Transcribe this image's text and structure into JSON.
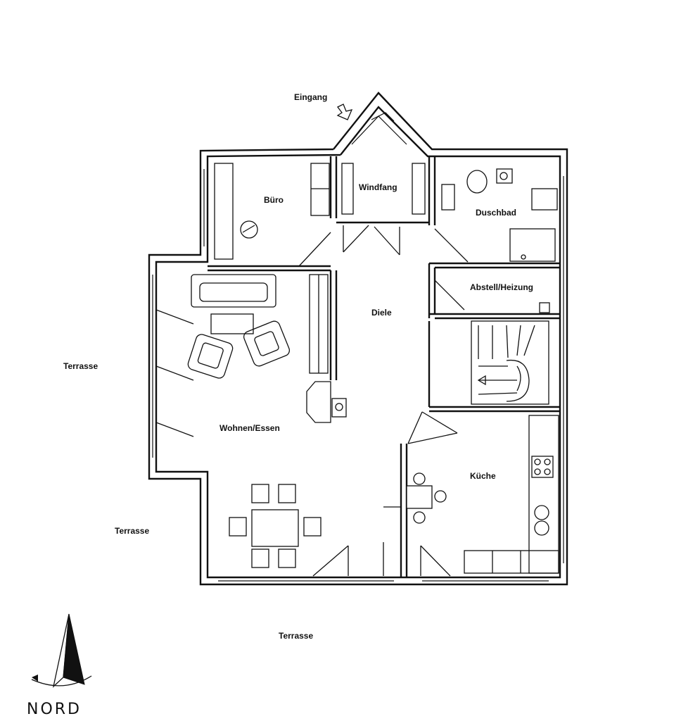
{
  "labels": {
    "eingang": "Eingang",
    "windfang": "Windfang",
    "buero": "Büro",
    "duschbad": "Duschbad",
    "abstell": "Abstell/Heizung",
    "diele": "Diele",
    "wohnen": "Wohnen/Essen",
    "kueche": "Küche",
    "terrasse_west": "Terrasse",
    "terrasse_southwest": "Terrasse",
    "terrasse_south": "Terrasse",
    "nord": "NORD"
  },
  "colors": {
    "line": "#111111",
    "background": "#ffffff"
  }
}
